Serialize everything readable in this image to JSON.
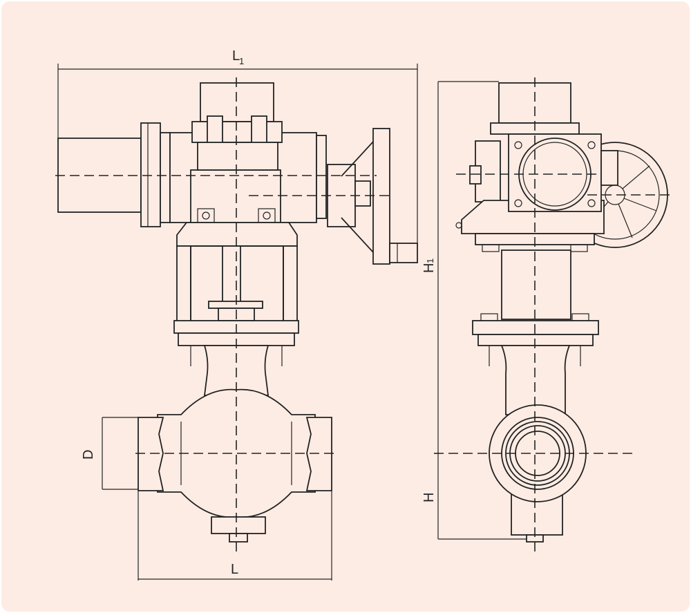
{
  "dimensions": {
    "L1": {
      "main": "L",
      "sub": "1"
    },
    "H1": {
      "main": "H",
      "sub": "1"
    },
    "D": "D",
    "L": "L",
    "H": "H"
  },
  "colors": {
    "background": "#fdece4",
    "line": "#222222"
  }
}
